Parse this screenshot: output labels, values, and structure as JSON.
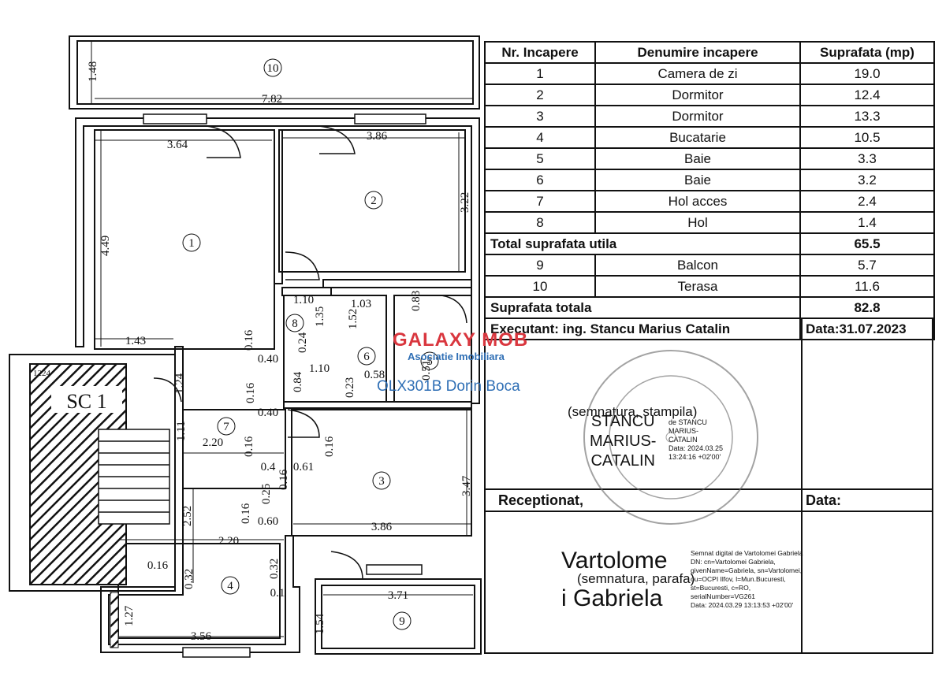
{
  "table": {
    "headers": [
      "Nr. Incapere",
      "Denumire incapere",
      "Suprafata (mp)"
    ],
    "rooms": [
      {
        "nr": "1",
        "name": "Camera de zi",
        "area": "19.0"
      },
      {
        "nr": "2",
        "name": "Dormitor",
        "area": "12.4"
      },
      {
        "nr": "3",
        "name": "Dormitor",
        "area": "13.3"
      },
      {
        "nr": "4",
        "name": "Bucatarie",
        "area": "10.5"
      },
      {
        "nr": "5",
        "name": "Baie",
        "area": "3.3"
      },
      {
        "nr": "6",
        "name": "Baie",
        "area": "3.2"
      },
      {
        "nr": "7",
        "name": "Hol acces",
        "area": "2.4"
      },
      {
        "nr": "8",
        "name": "Hol",
        "area": "1.4"
      }
    ],
    "total_util_label": "Total suprafata utila",
    "total_util_value": "65.5",
    "extras": [
      {
        "nr": "9",
        "name": "Balcon",
        "area": "5.7"
      },
      {
        "nr": "10",
        "name": "Terasa",
        "area": "11.6"
      }
    ],
    "total_label": "Suprafata totala",
    "total_value": "82.8",
    "executant": "Executant: ing. Stancu Marius Catalin",
    "data_exec": "Data:31.07.2023",
    "sign_stamp_label": "(semnatura, stampila)",
    "receptionat": "Receptionat,",
    "data_label": "Data:",
    "sign_label2": "(semnatura, parafa)"
  },
  "signature1": {
    "name_lines": [
      "STANCU",
      "MARIUS-",
      "CATALIN"
    ],
    "info_lines": [
      "de STANCU",
      "MARIUS-",
      "CATALIN",
      "Data: 2024.03.25",
      "13:24:16 +02'00'"
    ]
  },
  "signature2": {
    "name_line1": "Vartolome",
    "name_line2": "i Gabriela",
    "info_lines": [
      "Semnat digital de Vartolomei Gabriela",
      "DN: cn=Vartolomei Gabriela,",
      "givenName=Gabriela, sn=Vartolomei,",
      "ou=OCPI Ilfov, l=Mun.Bucuresti,",
      "st=Bucuresti, c=RO,",
      "serialNumber=VG261",
      "Data: 2024.03.29 13:13:53 +02'00'"
    ]
  },
  "watermark": {
    "brand": "GALAXY MOB",
    "subtitle": "Asociatie Imobiliara",
    "listing_id": "OLX301B Dorin Boca"
  },
  "plan": {
    "stair_label": "SC 1",
    "stair_number": "1224",
    "room_numbers": [
      "1",
      "2",
      "3",
      "4",
      "5",
      "6",
      "7",
      "8",
      "9",
      "10"
    ],
    "dims": [
      "1.48",
      "7.82",
      "3.64",
      "3.86",
      "3.22",
      "4.49",
      "1.10",
      "1.03",
      "0.83",
      "1.35",
      "1.52",
      "1.43",
      "0.16",
      "0.24",
      "0.40",
      "0.84",
      "1.10",
      "0.58",
      "0.51",
      "1.24",
      "0.16",
      "0.40",
      "0.23",
      "1.11",
      "2.20",
      "0.16",
      "0.4",
      "0.61",
      "0.16",
      "3.47",
      "0.25",
      "0.16",
      "2.52",
      "0.16",
      "0.60",
      "3.86",
      "2.20",
      "0.16",
      "0.32",
      "0.32",
      "0.1",
      "3.71",
      "1.27",
      "1.54",
      "3.56"
    ]
  },
  "colors": {
    "ink": "#111111",
    "watermark_red": "#d9363e",
    "watermark_blue": "#2f6fb5"
  }
}
